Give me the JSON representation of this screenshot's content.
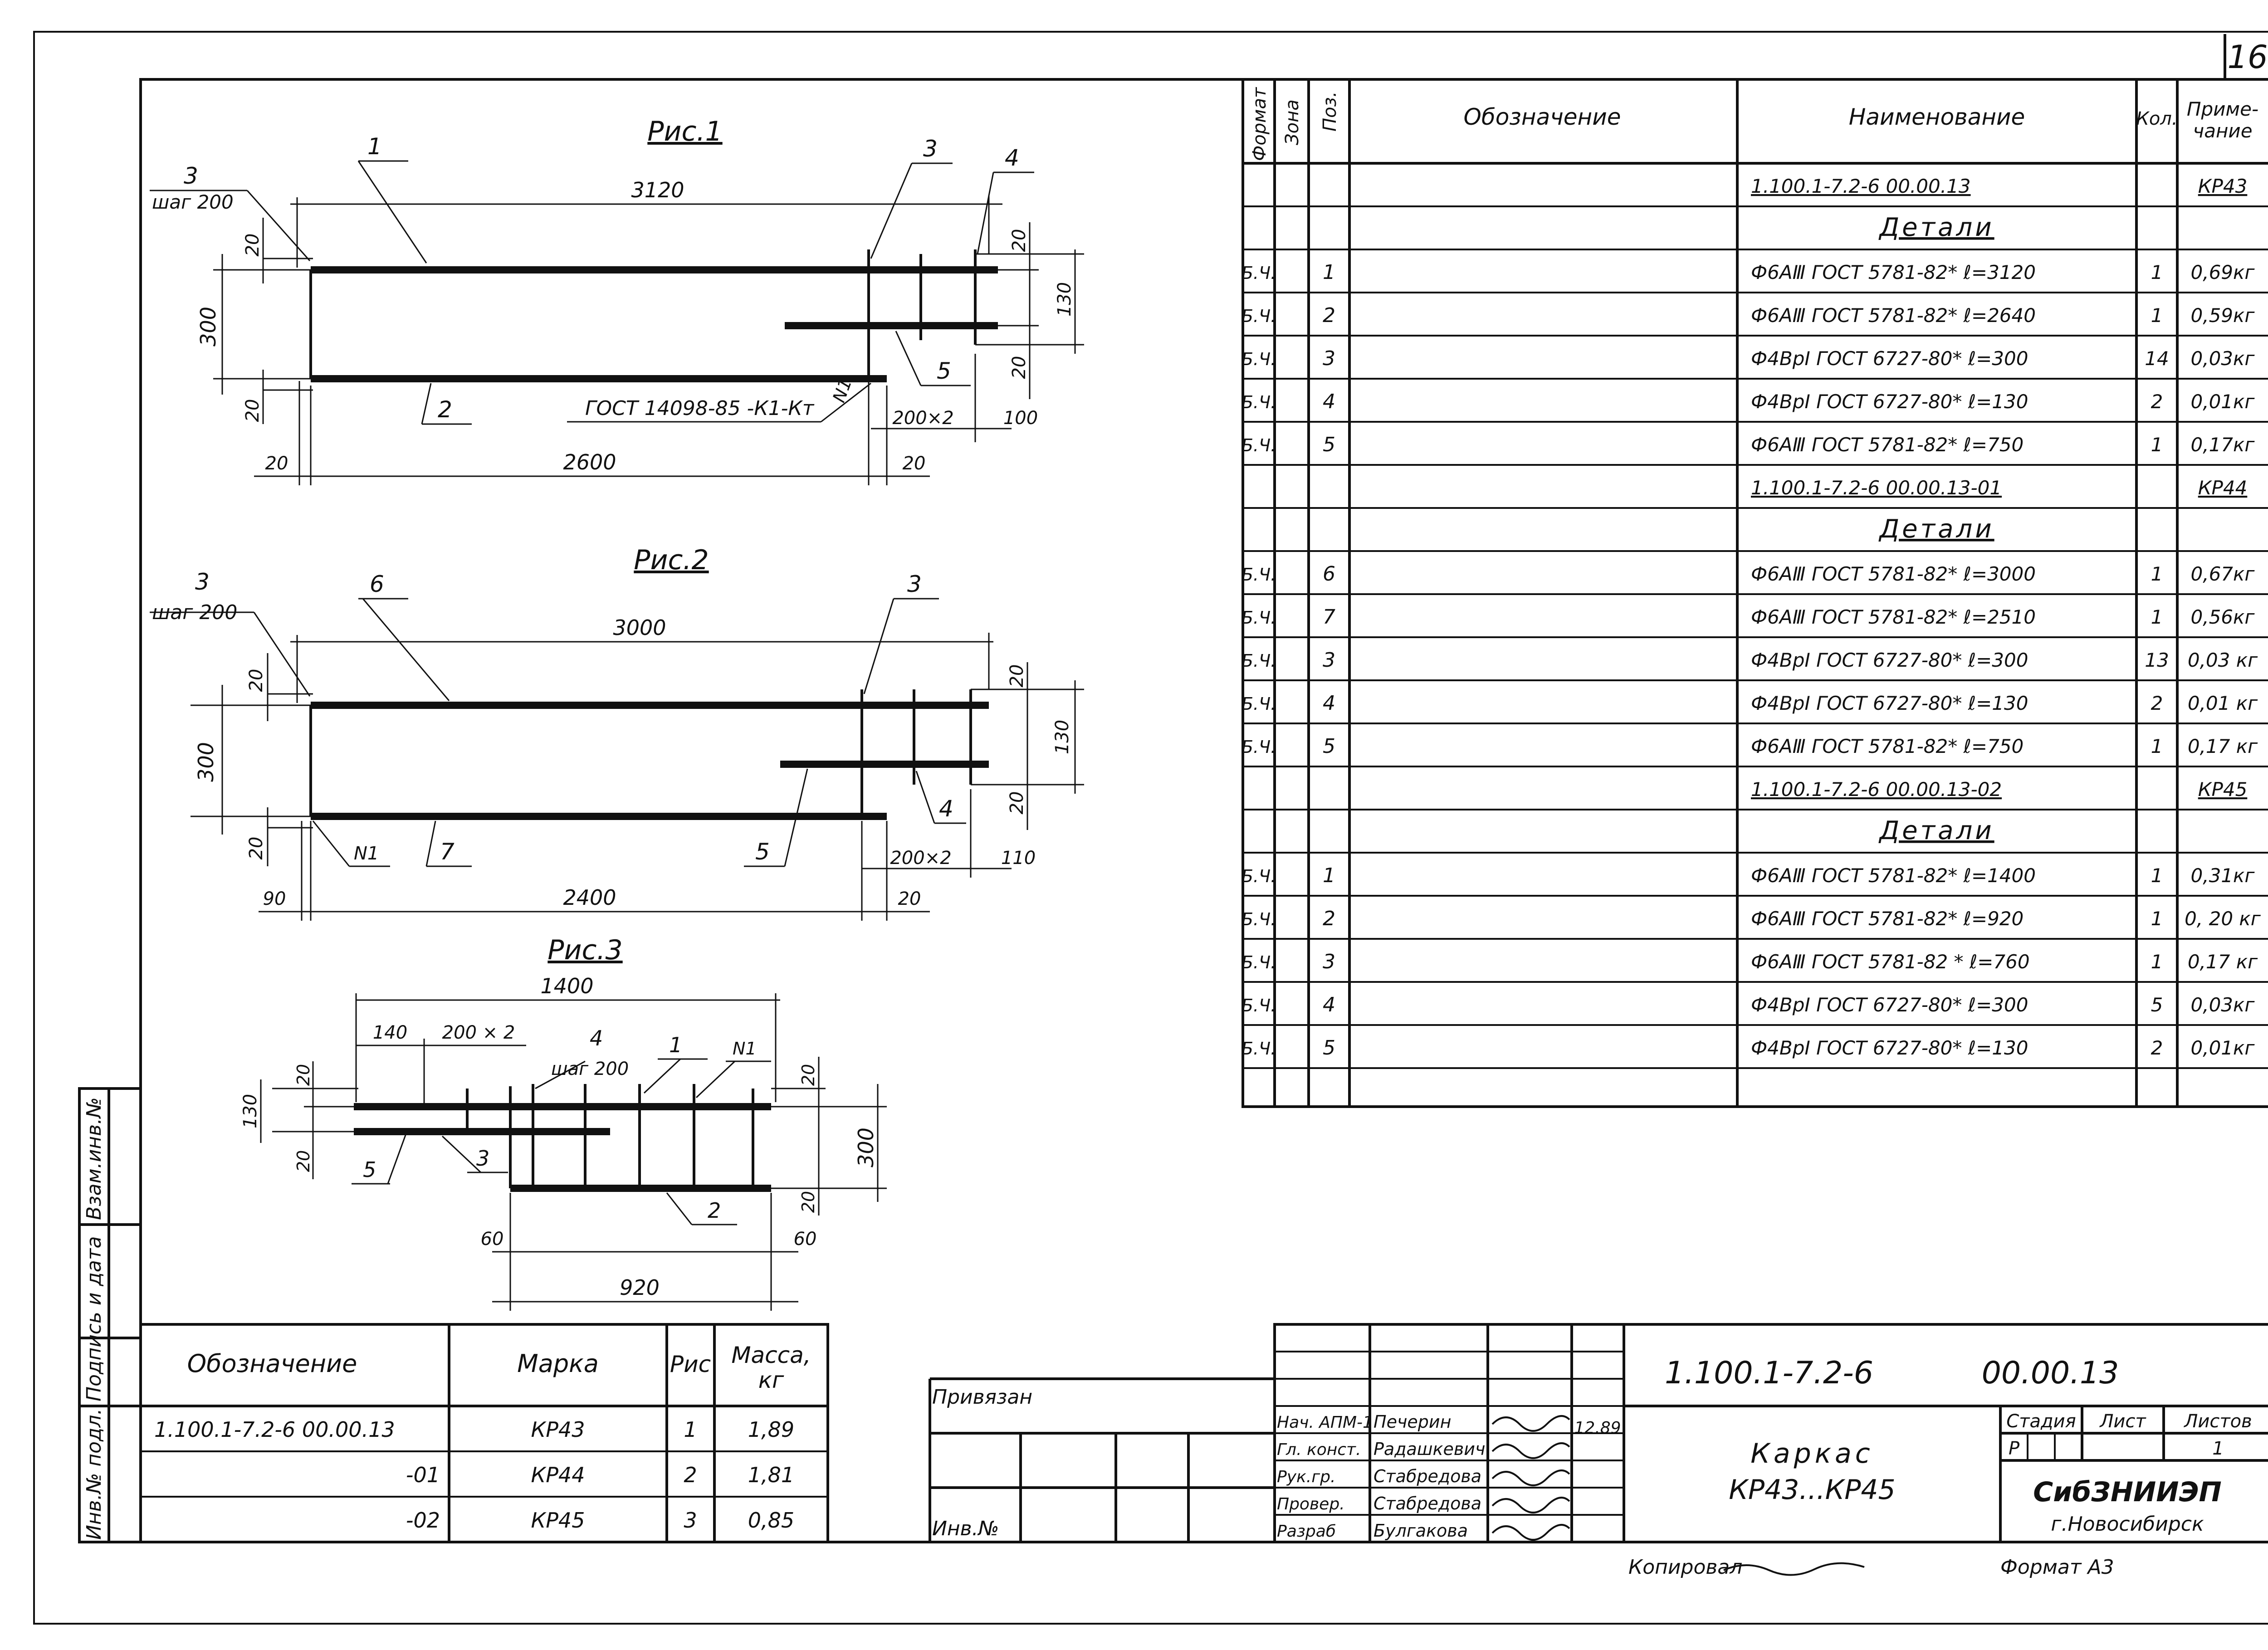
{
  "sheet_number": "16",
  "figures": {
    "fig1": {
      "title": "Рис.1",
      "leaders": {
        "p1": "1",
        "p2": "2",
        "p3a": "3",
        "p3b": "3",
        "p4": "4",
        "p5": "5"
      },
      "step_label": "шаг 200",
      "weld_note": "ГОСТ 14098-85 -К1-Кт",
      "n1": "N1",
      "dims": {
        "top": "3120",
        "height": "300",
        "left_top": "20",
        "left_bot": "20",
        "right_top": "20",
        "right_mid": "130",
        "right_bot": "20",
        "spacing": "200×2",
        "end": "100",
        "bottom": "2600",
        "bottom_left": "20",
        "bottom_right": "20"
      }
    },
    "fig2": {
      "title": "Рис.2",
      "leaders": {
        "p6": "6",
        "p3a": "3",
        "p3b": "3",
        "p4": "4",
        "p5": "5",
        "p7": "7"
      },
      "step_label": "шаг 200",
      "n1": "N1",
      "dims": {
        "top": "3000",
        "height": "300",
        "left_top": "20",
        "left_bot": "20",
        "right_top": "20",
        "right_mid": "130",
        "right_bot": "20",
        "spacing": "200×2",
        "end": "110",
        "bottom": "2400",
        "bottom_left": "90",
        "bottom_right": "20"
      }
    },
    "fig3": {
      "title": "Рис.3",
      "leaders": {
        "p1": "1",
        "p2": "2",
        "p3": "3",
        "p4": "4",
        "p5": "5"
      },
      "step_label": "шаг 200",
      "n1": "N1",
      "dims": {
        "top": "1400",
        "left": "140",
        "spacing": "200 × 2",
        "left_h1": "20",
        "left_h2": "130",
        "left_h3": "20",
        "right_h1": "20",
        "right_h2": "300",
        "right_h3": "20",
        "bottom": "920",
        "bottom_left": "60",
        "bottom_right": "60"
      }
    }
  },
  "spec": {
    "headers": {
      "format": "Формат",
      "zone": "Зона",
      "pos": "Поз.",
      "designation": "Обозначение",
      "name": "Наименование",
      "qty": "Кол.",
      "note": "Приме-\nчание"
    },
    "rows": [
      {
        "fmt": "",
        "pos": "",
        "name": "1.100.1-7.2-6        00.00.13",
        "qty": "",
        "note": "КР43",
        "kind": "doc"
      },
      {
        "fmt": "",
        "pos": "",
        "name": "Детали",
        "qty": "",
        "note": "",
        "kind": "section"
      },
      {
        "fmt": "Б.Ч.",
        "pos": "1",
        "name": "Ф6АⅢ   ГОСТ 5781-82*   ℓ=3120",
        "qty": "1",
        "note": "0,69кг",
        "kind": "item"
      },
      {
        "fmt": "Б.Ч.",
        "pos": "2",
        "name": "Ф6АⅢ   ГОСТ 5781-82*   ℓ=2640",
        "qty": "1",
        "note": "0,59кг",
        "kind": "item"
      },
      {
        "fmt": "Б.Ч.",
        "pos": "3",
        "name": "Ф4ВрI   ГОСТ 6727-80*   ℓ=300",
        "qty": "14",
        "note": "0,03кг",
        "kind": "item"
      },
      {
        "fmt": "Б.Ч.",
        "pos": "4",
        "name": "Ф4ВрI   ГОСТ 6727-80*   ℓ=130",
        "qty": "2",
        "note": "0,01кг",
        "kind": "item"
      },
      {
        "fmt": "Б.Ч.",
        "pos": "5",
        "name": "Ф6АⅢ   ГОСТ 5781-82*   ℓ=750",
        "qty": "1",
        "note": "0,17кг",
        "kind": "item"
      },
      {
        "fmt": "",
        "pos": "",
        "name": "1.100.1-7.2-6        00.00.13-01",
        "qty": "",
        "note": "КР44",
        "kind": "doc"
      },
      {
        "fmt": "",
        "pos": "",
        "name": "Детали",
        "qty": "",
        "note": "",
        "kind": "section"
      },
      {
        "fmt": "Б.Ч.",
        "pos": "6",
        "name": "Ф6АⅢ   ГОСТ 5781-82*   ℓ=3000",
        "qty": "1",
        "note": "0,67кг",
        "kind": "item"
      },
      {
        "fmt": "Б.Ч.",
        "pos": "7",
        "name": "Ф6АⅢ   ГОСТ 5781-82*   ℓ=2510",
        "qty": "1",
        "note": "0,56кг",
        "kind": "item"
      },
      {
        "fmt": "Б.Ч.",
        "pos": "3",
        "name": "Ф4ВрI   ГОСТ 6727-80*   ℓ=300",
        "qty": "13",
        "note": "0,03 кг",
        "kind": "item"
      },
      {
        "fmt": "Б.Ч.",
        "pos": "4",
        "name": "Ф4ВрI   ГОСТ 6727-80*   ℓ=130",
        "qty": "2",
        "note": "0,01 кг",
        "kind": "item"
      },
      {
        "fmt": "Б.Ч.",
        "pos": "5",
        "name": "Ф6АⅢ   ГОСТ 5781-82*   ℓ=750",
        "qty": "1",
        "note": "0,17 кг",
        "kind": "item"
      },
      {
        "fmt": "",
        "pos": "",
        "name": "1.100.1-7.2-6        00.00.13-02",
        "qty": "",
        "note": "КР45",
        "kind": "doc"
      },
      {
        "fmt": "",
        "pos": "",
        "name": "Детали",
        "qty": "",
        "note": "",
        "kind": "section"
      },
      {
        "fmt": "Б.Ч.",
        "pos": "1",
        "name": "Ф6АⅢ   ГОСТ 5781-82*   ℓ=1400",
        "qty": "1",
        "note": "0,31кг",
        "kind": "item"
      },
      {
        "fmt": "Б.Ч.",
        "pos": "2",
        "name": "Ф6АⅢ   ГОСТ 5781-82*   ℓ=920",
        "qty": "1",
        "note": "0, 20 кг",
        "kind": "item"
      },
      {
        "fmt": "Б.Ч.",
        "pos": "3",
        "name": "Ф6АⅢ   ГОСТ 5781-82 *  ℓ=760",
        "qty": "1",
        "note": "0,17 кг",
        "kind": "item"
      },
      {
        "fmt": "Б.Ч.",
        "pos": "4",
        "name": "Ф4ВрI   ГОСТ 6727-80*   ℓ=300",
        "qty": "5",
        "note": "0,03кг",
        "kind": "item"
      },
      {
        "fmt": "Б.Ч.",
        "pos": "5",
        "name": "Ф4ВрI   ГОСТ 6727-80*   ℓ=130",
        "qty": "2",
        "note": "0,01кг",
        "kind": "item"
      },
      {
        "fmt": "",
        "pos": "",
        "name": "",
        "qty": "",
        "note": "",
        "kind": "empty"
      }
    ]
  },
  "mass_table": {
    "headers": {
      "designation": "Обозначение",
      "mark": "Марка",
      "fig": "Рис",
      "mass": "Масса,\nкг"
    },
    "rows": [
      {
        "designation": "1.100.1-7.2-6     00.00.13",
        "mark": "КР43",
        "fig": "1",
        "mass": "1,89"
      },
      {
        "designation": "-01",
        "mark": "КР44",
        "fig": "2",
        "mass": "1,81"
      },
      {
        "designation": "-02",
        "mark": "КР45",
        "fig": "3",
        "mass": "0,85"
      }
    ]
  },
  "side_stamp": {
    "inv": "Инв.№ подл.",
    "sign": "Подпись и дата",
    "vzam": "Взам.инв.№"
  },
  "title_block": {
    "privyazan": "Привязан",
    "inv": "Инв.№",
    "code": "1.100.1-7.2-6",
    "code2": "00.00.13",
    "date": "12.89",
    "signers": [
      {
        "role": "Нач. АПМ-1",
        "name": "Печерин"
      },
      {
        "role": "Гл. конст.",
        "name": "Радашкевич"
      },
      {
        "role": "Рук.гр.",
        "name": "Стабредова"
      },
      {
        "role": "Провер.",
        "name": "Стабредова"
      },
      {
        "role": "Разраб",
        "name": "Булгакова"
      }
    ],
    "title_line1": "Каркас",
    "title_line2": "КР43...КР45",
    "stage_h": "Стадия",
    "sheet_h": "Лист",
    "sheets_h": "Листов",
    "stage": "Р",
    "sheets": "1",
    "org": "СибЗНИИЭП",
    "city": "г.Новосибирск",
    "copied": "Копировал",
    "format": "Формат А3"
  }
}
